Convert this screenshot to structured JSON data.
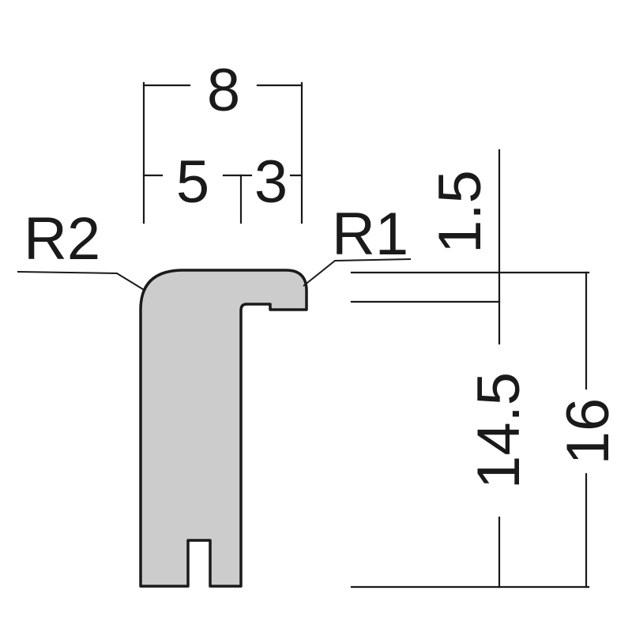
{
  "profile": {
    "radius_left": "R2",
    "radius_right": "R1"
  },
  "dimensions": {
    "overall_width": "8",
    "left_width": "5",
    "right_width": "3",
    "lip_thickness": "1.5",
    "inner_height": "14.5",
    "overall_height": "16"
  },
  "colors": {
    "section_fill": "#cccccc",
    "line": "#1a1a1a"
  }
}
